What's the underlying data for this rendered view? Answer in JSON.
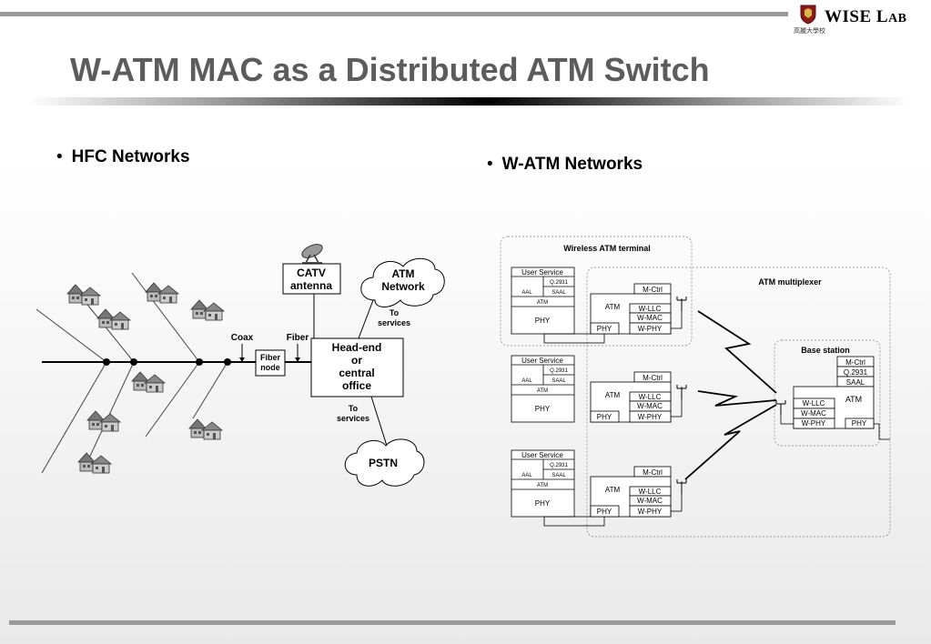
{
  "header": {
    "logo_text_main": "WISE L",
    "logo_text_small": "AB",
    "logo_subtext": "高麗大學校"
  },
  "slide": {
    "title": "W-ATM MAC as a Distributed ATM Switch",
    "bullets": [
      "HFC Networks",
      "W-ATM Networks"
    ]
  },
  "hfc": {
    "catv": [
      "CATV",
      "antenna"
    ],
    "atm_network": [
      "ATM",
      "Network"
    ],
    "to_services_1": [
      "To",
      "services"
    ],
    "coax": "Coax",
    "fiber": "Fiber",
    "fiber_node": [
      "Fiber",
      "node"
    ],
    "headend": [
      "Head-end",
      "or",
      "central",
      "office"
    ],
    "to_services_2": [
      "To",
      "services"
    ],
    "pstn": "PSTN"
  },
  "watm": {
    "terminal_title": "Wireless ATM terminal",
    "multiplexer_title": "ATM multiplexer",
    "base_station_title": "Base station",
    "stack": {
      "user_service": "User Service",
      "q2931": "Q.2931",
      "aal": "AAL",
      "saal": "SAAL",
      "atm": "ATM",
      "phy": "PHY"
    },
    "mux_stack": {
      "mctrl": "M-Ctrl",
      "atm": "ATM",
      "wllc": "W-LLC",
      "wmac": "W-MAC",
      "phy": "PHY",
      "wphy": "W-PHY"
    },
    "bs_stack": {
      "mctrl": "M-Ctrl",
      "q2931": "Q.2931",
      "saal": "SAAL",
      "atm": "ATM",
      "wllc": "W-LLC",
      "wmac": "W-MAC",
      "wphy": "W-PHY",
      "phy": "PHY"
    }
  }
}
